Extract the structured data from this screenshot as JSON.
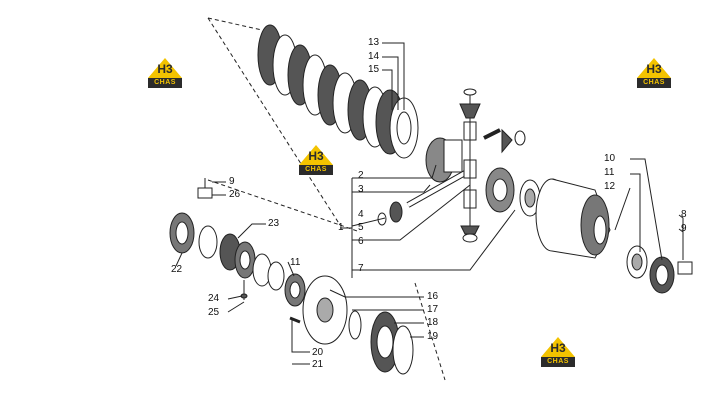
{
  "watermark": {
    "mark": "H3",
    "brand": "CHAS",
    "colors": {
      "yellow": "#f3c300",
      "dark": "#2b2b2b"
    }
  },
  "callouts": {
    "c1": "1",
    "c2": "2",
    "c3": "3",
    "c4": "4",
    "c5": "5",
    "c6": "6",
    "c7": "7",
    "c8": "8",
    "c9a": "9",
    "c9b": "9",
    "c10": "10",
    "c11a": "11",
    "c11b": "11",
    "c12": "12",
    "c13": "13",
    "c14": "14",
    "c15": "15",
    "c16": "16",
    "c17": "17",
    "c18": "18",
    "c19": "19",
    "c20": "20",
    "c21": "21",
    "c22": "22",
    "c23": "23",
    "c24": "24",
    "c25": "25",
    "c26": "26"
  }
}
